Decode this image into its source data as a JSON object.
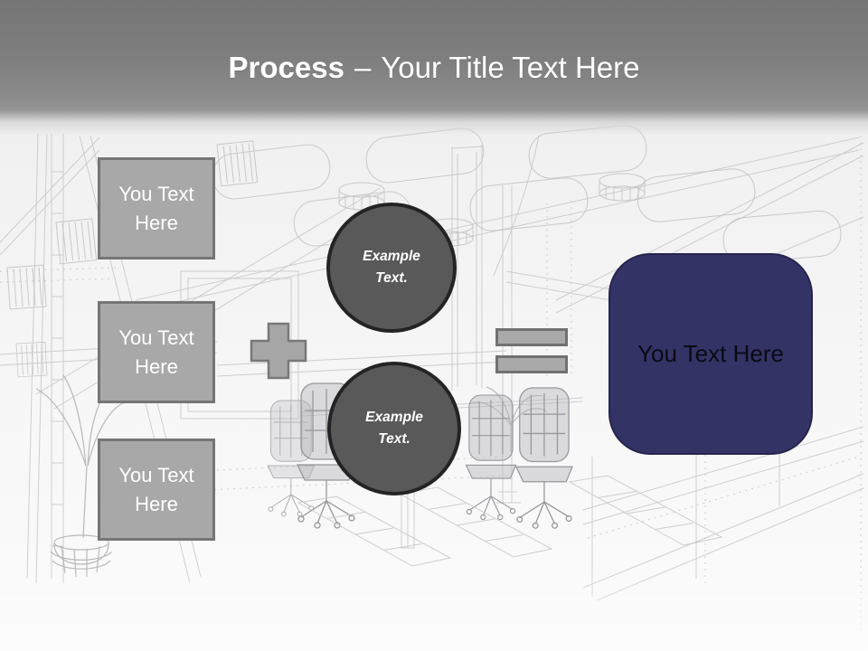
{
  "slide": {
    "header": {
      "title_bold": "Process",
      "title_dash": "–",
      "title_rest": "Your Title Text Here"
    },
    "process": {
      "input_boxes": [
        {
          "label": "You Text Here"
        },
        {
          "label": "You Text Here"
        },
        {
          "label": "You Text Here"
        }
      ],
      "example_circles": [
        {
          "label": "Example Text."
        },
        {
          "label": "Example Text."
        }
      ],
      "result_box": {
        "label": "You Text Here"
      }
    },
    "icons": {
      "plus-icon": "+",
      "equals-icon": "="
    },
    "colors": {
      "header_gray_top": "#757575",
      "title_text": "#ffffff",
      "placeholder_box_fill": "#a8a8a8",
      "placeholder_box_border": "#757575",
      "circle_fill": "#595959",
      "circle_border": "#242424",
      "operator_fill": "#a6a6a6",
      "operator_border": "#787878",
      "result_box_fill": "#333366",
      "result_box_text": "#0a0a14"
    },
    "background": {
      "description": "office interior wireframe sketch"
    }
  }
}
